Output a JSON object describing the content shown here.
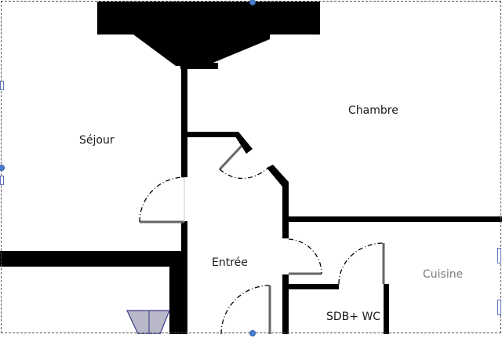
{
  "floorplan": {
    "rooms": {
      "sejour": "Séjour",
      "chambre": "Chambre",
      "entree": "Entrée",
      "cuisine": "Cuisine",
      "sdb": "SDB+ WC"
    }
  },
  "colors": {
    "wall": "#000000",
    "door_leaf": "#666666",
    "selection_handle": "#4a7fd0",
    "radiator_fill": "#b8b8c8"
  }
}
